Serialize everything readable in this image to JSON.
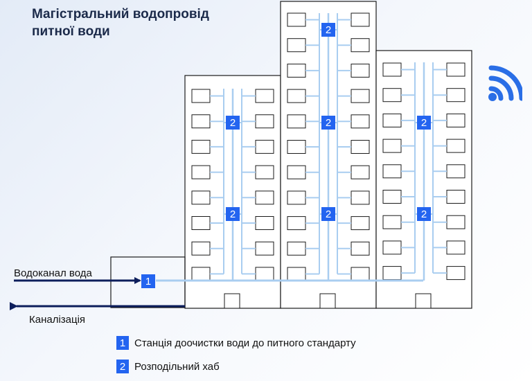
{
  "title": {
    "line1": "Магістральний водопровід",
    "line2": "питної води"
  },
  "labels": {
    "water_in": "Водоканал вода",
    "sewer": "Каналізація"
  },
  "badges": {
    "station": "1",
    "hub": "2"
  },
  "legend": [
    {
      "num": "1",
      "text": "Станція доочистки води до питного стандарту"
    },
    {
      "num": "2",
      "text": "Розподільний хаб"
    }
  ],
  "icons": {
    "wireless": "wifi-signal-icon",
    "arrow_in": "arrow-right-icon",
    "arrow_out": "arrow-left-icon"
  },
  "colors": {
    "pipe": "#a9cdf0",
    "badge": "#2364f0",
    "arrow": "#0d1e5c",
    "outline": "#1a1a1a",
    "wifi": "#2a6ee6"
  }
}
